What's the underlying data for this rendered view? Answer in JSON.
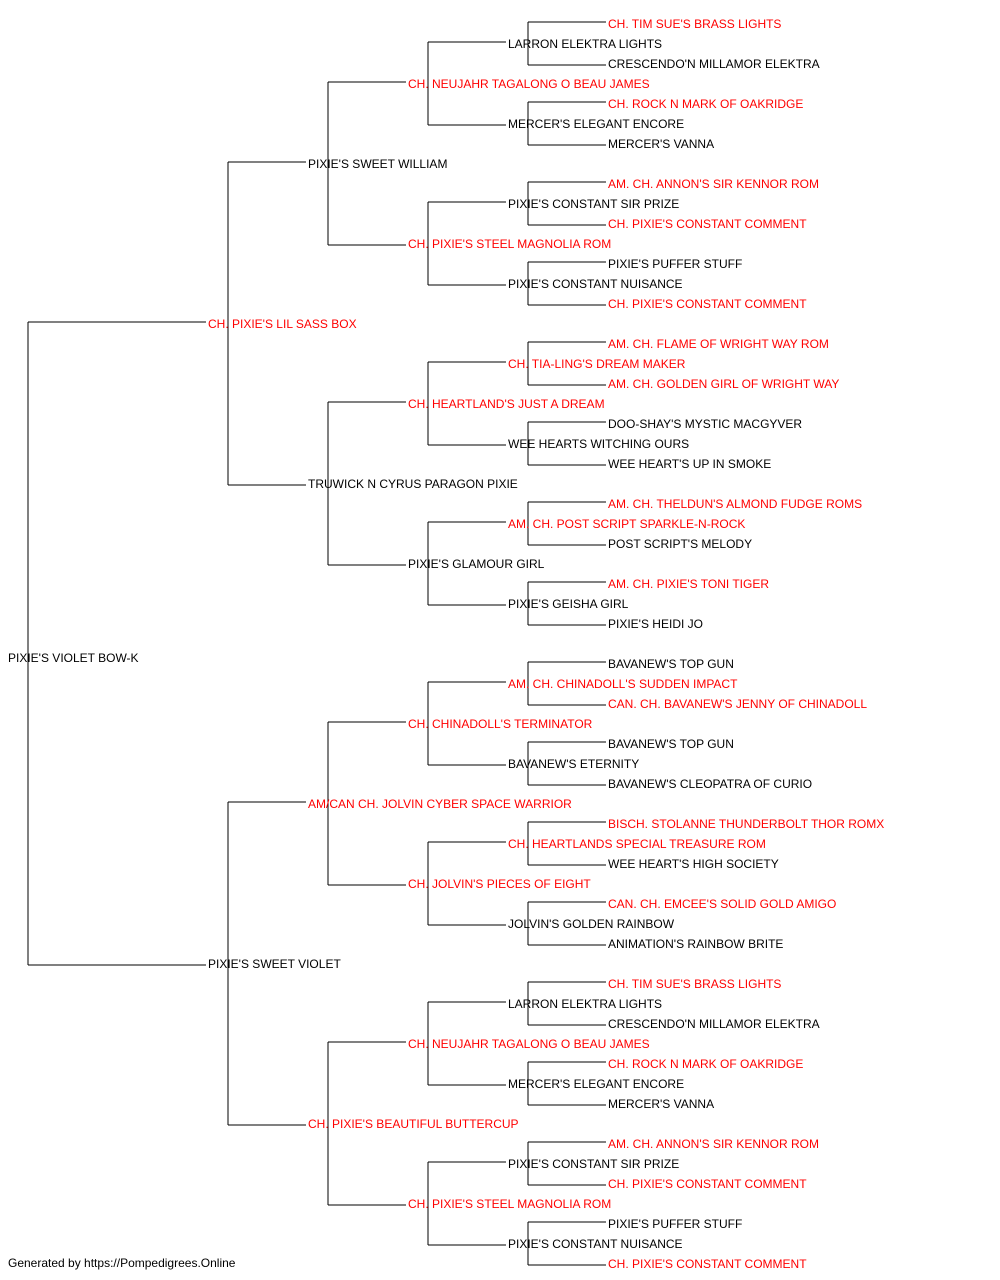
{
  "colors": {
    "champion": "#ff0000",
    "normal": "#000000",
    "line": "#000000"
  },
  "pedigree": {
    "name": "PIXIE'S VIOLET BOW-K",
    "champion": false,
    "sire": {
      "name": "CH. PIXIE'S LIL SASS BOX",
      "champion": true,
      "sire": {
        "name": "PIXIE'S SWEET WILLIAM",
        "champion": false,
        "sire": {
          "name": "CH. NEUJAHR TAGALONG O BEAU JAMES",
          "champion": true,
          "sire": {
            "name": "LARRON ELEKTRA LIGHTS",
            "champion": false,
            "sire": {
              "name": "CH. TIM SUE'S BRASS LIGHTS",
              "champion": true
            },
            "dam": {
              "name": "CRESCENDO'N MILLAMOR ELEKTRA",
              "champion": false
            }
          },
          "dam": {
            "name": "MERCER'S ELEGANT ENCORE",
            "champion": false,
            "sire": {
              "name": "CH. ROCK N MARK OF OAKRIDGE",
              "champion": true
            },
            "dam": {
              "name": "MERCER'S VANNA",
              "champion": false
            }
          }
        },
        "dam": {
          "name": "CH. PIXIE'S STEEL MAGNOLIA ROM",
          "champion": true,
          "sire": {
            "name": "PIXIE'S CONSTANT SIR PRIZE",
            "champion": false,
            "sire": {
              "name": "AM. CH. ANNON'S SIR KENNOR ROM",
              "champion": true
            },
            "dam": {
              "name": "CH. PIXIE'S CONSTANT COMMENT",
              "champion": true
            }
          },
          "dam": {
            "name": "PIXIE'S CONSTANT NUISANCE",
            "champion": false,
            "sire": {
              "name": "PIXIE'S PUFFER STUFF",
              "champion": false
            },
            "dam": {
              "name": "CH. PIXIE'S CONSTANT COMMENT",
              "champion": true
            }
          }
        }
      },
      "dam": {
        "name": "TRUWICK N CYRUS PARAGON PIXIE",
        "champion": false,
        "sire": {
          "name": "CH. HEARTLAND'S JUST A DREAM",
          "champion": true,
          "sire": {
            "name": "CH. TIA-LING'S DREAM MAKER",
            "champion": true,
            "sire": {
              "name": "AM. CH. FLAME OF WRIGHT WAY ROM",
              "champion": true
            },
            "dam": {
              "name": "AM. CH. GOLDEN GIRL OF WRIGHT WAY",
              "champion": true
            }
          },
          "dam": {
            "name": "WEE HEARTS WITCHING OURS",
            "champion": false,
            "sire": {
              "name": "DOO-SHAY'S MYSTIC MACGYVER",
              "champion": false
            },
            "dam": {
              "name": "WEE HEART'S UP IN SMOKE",
              "champion": false
            }
          }
        },
        "dam": {
          "name": "PIXIE'S GLAMOUR GIRL",
          "champion": false,
          "sire": {
            "name": "AM. CH. POST SCRIPT SPARKLE-N-ROCK",
            "champion": true,
            "sire": {
              "name": "AM. CH. THELDUN'S ALMOND FUDGE ROMS",
              "champion": true
            },
            "dam": {
              "name": "POST SCRIPT'S MELODY",
              "champion": false
            }
          },
          "dam": {
            "name": "PIXIE'S GEISHA GIRL",
            "champion": false,
            "sire": {
              "name": "AM. CH. PIXIE'S TONI TIGER",
              "champion": true
            },
            "dam": {
              "name": "PIXIE'S HEIDI JO",
              "champion": false
            }
          }
        }
      }
    },
    "dam": {
      "name": "PIXIE'S SWEET VIOLET",
      "champion": false,
      "sire": {
        "name": "AM/CAN CH. JOLVIN CYBER SPACE WARRIOR",
        "champion": true,
        "sire": {
          "name": "CH. CHINADOLL'S TERMINATOR",
          "champion": true,
          "sire": {
            "name": "AM. CH. CHINADOLL'S SUDDEN IMPACT",
            "champion": true,
            "sire": {
              "name": "BAVANEW'S TOP GUN",
              "champion": false
            },
            "dam": {
              "name": "CAN. CH. BAVANEW'S JENNY OF CHINADOLL",
              "champion": true
            }
          },
          "dam": {
            "name": "BAVANEW'S ETERNITY",
            "champion": false,
            "sire": {
              "name": "BAVANEW'S TOP GUN",
              "champion": false
            },
            "dam": {
              "name": "BAVANEW'S CLEOPATRA OF CURIO",
              "champion": false
            }
          }
        },
        "dam": {
          "name": "CH. JOLVIN'S PIECES OF EIGHT",
          "champion": true,
          "sire": {
            "name": "CH. HEARTLANDS SPECIAL TREASURE ROM",
            "champion": true,
            "sire": {
              "name": "BISCH. STOLANNE THUNDERBOLT THOR ROMX",
              "champion": true
            },
            "dam": {
              "name": "WEE HEART'S HIGH SOCIETY",
              "champion": false
            }
          },
          "dam": {
            "name": "JOLVIN'S GOLDEN RAINBOW",
            "champion": false,
            "sire": {
              "name": "CAN. CH. EMCEE'S SOLID GOLD AMIGO",
              "champion": true
            },
            "dam": {
              "name": "ANIMATION'S RAINBOW BRITE",
              "champion": false
            }
          }
        }
      },
      "dam": {
        "name": "CH. PIXIE'S BEAUTIFUL BUTTERCUP",
        "champion": true,
        "sire": {
          "name": "CH. NEUJAHR TAGALONG O BEAU JAMES",
          "champion": true,
          "sire": {
            "name": "LARRON ELEKTRA LIGHTS",
            "champion": false,
            "sire": {
              "name": "CH. TIM SUE'S BRASS LIGHTS",
              "champion": true
            },
            "dam": {
              "name": "CRESCENDO'N MILLAMOR ELEKTRA",
              "champion": false
            }
          },
          "dam": {
            "name": "MERCER'S ELEGANT ENCORE",
            "champion": false,
            "sire": {
              "name": "CH. ROCK N MARK OF OAKRIDGE",
              "champion": true
            },
            "dam": {
              "name": "MERCER'S VANNA",
              "champion": false
            }
          }
        },
        "dam": {
          "name": "CH. PIXIE'S STEEL MAGNOLIA ROM",
          "champion": true,
          "sire": {
            "name": "PIXIE'S CONSTANT SIR PRIZE",
            "champion": false,
            "sire": {
              "name": "AM. CH. ANNON'S SIR KENNOR ROM",
              "champion": true
            },
            "dam": {
              "name": "CH. PIXIE'S CONSTANT COMMENT",
              "champion": true
            }
          },
          "dam": {
            "name": "PIXIE'S CONSTANT NUISANCE",
            "champion": false,
            "sire": {
              "name": "PIXIE'S PUFFER STUFF",
              "champion": false
            },
            "dam": {
              "name": "CH. PIXIE'S CONSTANT COMMENT",
              "champion": true
            }
          }
        }
      }
    }
  },
  "footer": "Generated by https://Pompedigrees.Online"
}
